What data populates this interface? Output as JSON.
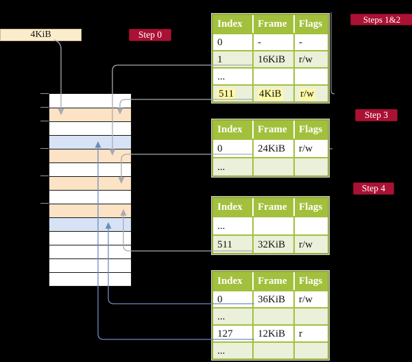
{
  "frame_box": {
    "label": "4KiB"
  },
  "badges": {
    "step0": "Step 0",
    "steps12": "Steps 1&2",
    "step3": "Step 3",
    "step4": "Step 4"
  },
  "table_headers": [
    "Index",
    "Frame",
    "Flags"
  ],
  "tables": {
    "steps12": {
      "rows": [
        [
          "0",
          "-",
          "-"
        ],
        [
          "1",
          "16KiB",
          "r/w"
        ],
        [
          "...",
          "",
          ""
        ],
        [
          "511",
          "4KiB",
          "r/w"
        ]
      ]
    },
    "step3": {
      "rows": [
        [
          "0",
          "24KiB",
          "r/w"
        ],
        [
          "...",
          "",
          ""
        ]
      ]
    },
    "step4": {
      "rows": [
        [
          "...",
          "",
          ""
        ],
        [
          "511",
          "32KiB",
          "r/w"
        ]
      ]
    },
    "last": {
      "rows": [
        [
          "0",
          "36KiB",
          "r/w"
        ],
        [
          "...",
          "",
          ""
        ],
        [
          "127",
          "12KiB",
          "r"
        ],
        [
          "...",
          "",
          ""
        ]
      ]
    }
  },
  "memory": {
    "frames": [
      "free",
      "pagetable",
      "free",
      "data",
      "pagetable",
      "free",
      "pagetable",
      "free",
      "pagetable",
      "data",
      "free",
      "free",
      "free",
      "free"
    ]
  },
  "colors": {
    "header_green": "#a2c03c",
    "row_shade_green": "#eaf0d9",
    "badge_red": "#ab1134",
    "frame_free": "#ffffff",
    "frame_pagetable": "#fce3c5",
    "frame_data": "#d7e3f5",
    "highlight_yellow": "#fef9a4",
    "arrow_gray": "#a8aab2",
    "arrow_blue": "#6b8cbd",
    "box_cream": "#fbeccb"
  }
}
